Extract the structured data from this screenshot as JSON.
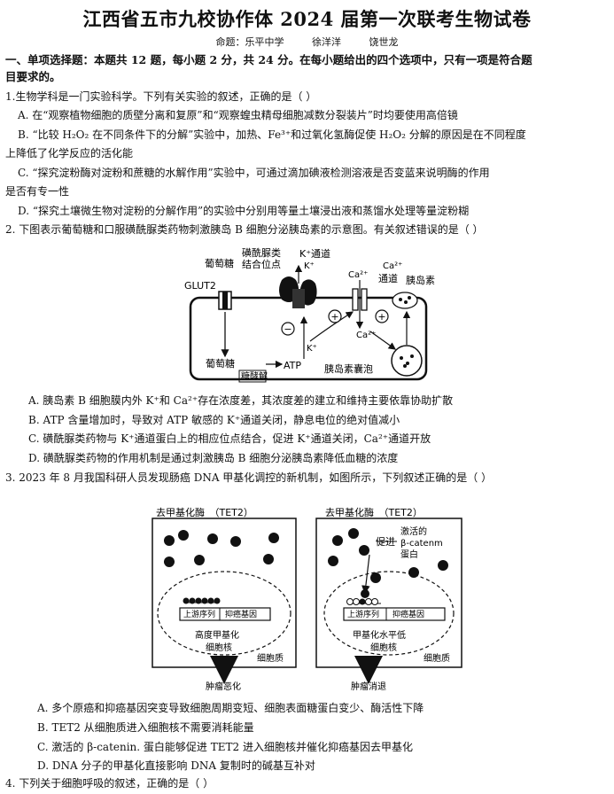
{
  "title": "江西省五市九校协作体 2024 届第一次联考生物试卷",
  "authors": {
    "label": "命题：乐平中学",
    "name1": "徐洋洋",
    "name2": "饶世龙"
  },
  "section1": {
    "line1": "一、单项选择题：本题共 12 题，每小题 2 分，共 24 分。在每小题给出的四个选项中，只有一项是符合题",
    "line2": "目要求的。"
  },
  "q1": {
    "stem": "1.生物学科是一门实验科学。下列有关实验的叙述，正确的是（    ）",
    "A": "A. 在“观察植物细胞的质壁分离和复原”和“观察蝗虫精母细胞减数分裂装片”时均要使用高倍镜",
    "B1": "B. “比较 H₂O₂ 在不同条件下的分解”实验中，加热、Fe³⁺和过氧化氢酶促使 H₂O₂ 分解的原因是在不同程度",
    "B2": "上降低了化学反应的活化能",
    "C1": "C. “探究淀粉酶对淀粉和蔗糖的水解作用”实验中，可通过滴加碘液检测溶液是否变蓝来说明酶的作用",
    "C2": "是否有专一性",
    "D": "D. “探究土壤微生物对淀粉的分解作用”的实验中分别用等量土壤浸出液和蒸馏水处理等量淀粉糊"
  },
  "q2": {
    "stem": "2. 下图表示葡萄糖和口服磺酰脲类药物刺激胰岛 B 细胞分泌胰岛素的示意图。有关叙述错误的是（    ）",
    "figure": {
      "glucose_top": "葡萄糖",
      "glut2": "GLUT2",
      "sulfonyl1": "磺酰脲类",
      "sulfonyl2": "结合位点",
      "k_channel": "K⁺通道",
      "k_plus_top": "K⁺",
      "ca_top": "Ca²⁺",
      "ca_channel1": "Ca²⁺",
      "ca_channel2": "通道",
      "insulin": "胰岛素",
      "minus": "−",
      "plus": "+",
      "k_plus_mid": "K⁺",
      "ca_inside": "Ca²⁺",
      "glucose_bottom": "葡萄糖",
      "glycolysis": "糖酵解",
      "atp": "ATP",
      "vesicle": "胰岛素囊泡"
    },
    "A": "A. 胰岛素 B 细胞膜内外 K⁺和 Ca²⁺存在浓度差，其浓度差的建立和维持主要依靠协助扩散",
    "B": "B. ATP 含量增加时，导致对 ATP 敏感的 K⁺通道关闭，静息电位的绝对值减小",
    "C": "C. 磺酰脲类药物与 K⁺通道蛋白上的相应位点结合，促进 K⁺通道关闭，Ca²⁺通道开放",
    "D": "D. 磺酰脲类药物的作用机制是通过刺激胰岛 B 细胞分泌胰岛素降低血糖的浓度"
  },
  "q3": {
    "stem": "3. 2023 年 8 月我国科研人员发现肠癌 DNA 甲基化调控的新机制，如图所示，下列叙述正确的是（    ）",
    "left": {
      "enzyme": "去甲基化酶　（TET2）",
      "upstream": "上游序列",
      "gene": "抑癌基因",
      "methyl": "高度甲基化",
      "nucleus": "细胞核",
      "cytoplasm": "细胞质",
      "result": "肿瘤恶化"
    },
    "right": {
      "enzyme": "去甲基化酶　（TET2）",
      "promote": "促进",
      "act1": "激活的",
      "act2": "β-catenm",
      "act3": "蛋白",
      "upstream": "上游序列",
      "gene": "抑癌基因",
      "methyl": "甲基化水平低",
      "nucleus": "细胞核",
      "cytoplasm": "细胞质",
      "result": "肿瘤消退"
    },
    "A": "A. 多个原癌和抑癌基因突变导致细胞周期变短、细胞表面糖蛋白变少、酶活性下降",
    "B": "B. TET2 从细胞质进入细胞核不需要消耗能量",
    "C": "C. 激活的 β-catenin. 蛋白能够促进 TET2 进入细胞核并催化抑癌基因去甲基化",
    "D": "D. DNA 分子的甲基化直接影响 DNA 复制时的碱基互补对"
  },
  "q4": {
    "stem": "4. 下列关于细胞呼吸的叙述，正确的是（    ）"
  }
}
